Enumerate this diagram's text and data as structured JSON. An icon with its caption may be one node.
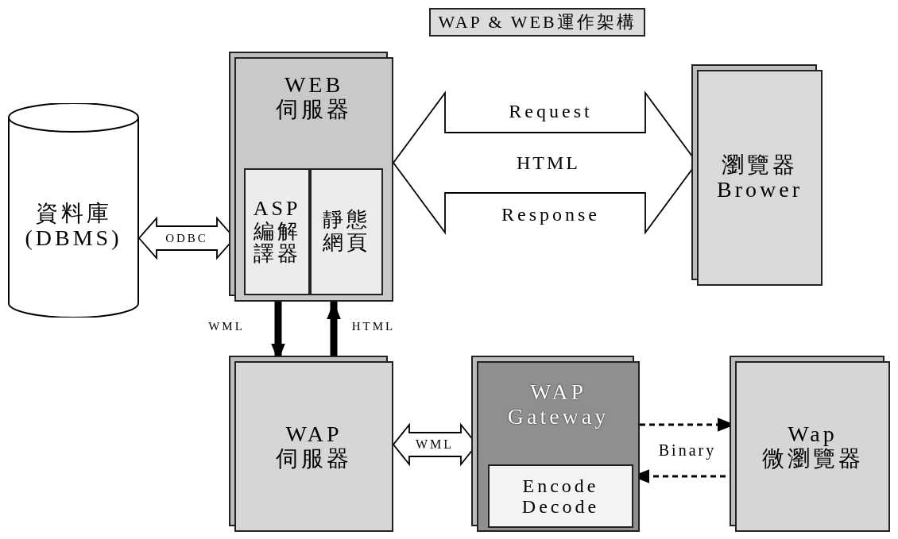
{
  "diagram": {
    "title": "WAP & WEB運作架構",
    "nodes": [
      {
        "text": [
          "資料庫",
          "(DBMS)"
        ]
      },
      {
        "text": [
          "WEB",
          "伺服器"
        ]
      },
      {
        "text": [
          "ASP",
          "編解譯器"
        ],
        "in": 1
      },
      {
        "text": [
          "靜態網頁"
        ],
        "in": 1
      },
      {
        "text": [
          "瀏覽器",
          "Brower"
        ]
      },
      {
        "text": [
          "WAP",
          "伺服器"
        ]
      },
      {
        "text": [
          "WAP Gateway"
        ]
      },
      {
        "text": [
          "Encode Decode"
        ],
        "in": 6
      },
      {
        "text": [
          "Wap",
          "微瀏覽器"
        ]
      }
    ],
    "edges": [
      {
        "from": 0,
        "to": 1,
        "arrow": "both",
        "label": "ODBC"
      },
      {
        "from": 1,
        "to": 4,
        "arrow": "both",
        "label": "HTML"
      },
      {
        "from": 1,
        "to": 5,
        "arrow": "to",
        "label": "WML",
        "style": "thick"
      },
      {
        "from": 5,
        "to": 1,
        "arrow": "to",
        "label": "HTML",
        "style": "thick"
      },
      {
        "from": 5,
        "to": 6,
        "arrow": "both",
        "label": "WML"
      },
      {
        "from": 6,
        "to": 8,
        "arrow": "to",
        "label": "Binary",
        "style": "dashed"
      },
      {
        "from": 8,
        "to": 7,
        "arrow": "to",
        "style": "dashed"
      }
    ],
    "labels": [
      "Request",
      "Response"
    ]
  }
}
